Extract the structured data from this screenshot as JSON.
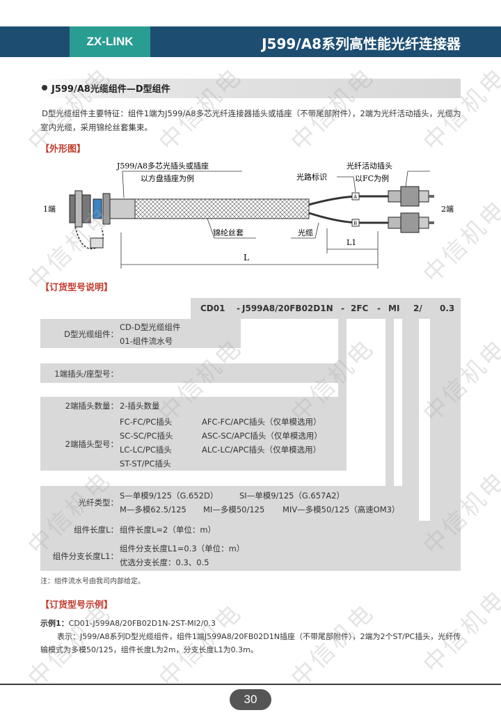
{
  "header": {
    "brand": "ZX-LINK",
    "title": "J599/A8系列高性能光纤连接器"
  },
  "section": {
    "title": "J599/A8光缆组件—D型组件"
  },
  "description": "D型光缆组件主要特征：组件1端为J599/A8多芯光纤连接器插头或插座（不带尾部附件），2端为光纤活动插头，光缆为室内光缆，采用锦纶丝套集束。",
  "outline": {
    "heading": "【外形图】",
    "label_connector": "J599/A8多芯光插头或插座",
    "label_connector_sub": "以方盘插座为例",
    "label_route": "光路标识",
    "label_plug": "光纤活动插头",
    "label_plug_sub": "以FC为例",
    "label_end1": "1端",
    "label_end2": "2端",
    "label_sleeve": "锦纶丝套",
    "label_cable": "光缆",
    "label_L1": "L1",
    "label_L": "L",
    "tag_a": "A",
    "tag_b": "B"
  },
  "order": {
    "heading": "【订货型号说明】",
    "codes": [
      "CD01",
      "-",
      "J599A8/20FB02D1N",
      "-",
      "2FC",
      "-",
      "MI",
      "2/",
      "0.3"
    ],
    "rows": [
      {
        "label": "D型光缆组件：",
        "lines": [
          "CD-D型光缆组件",
          "01-组件流水号"
        ]
      },
      {
        "label": "1端插头/座型号：",
        "lines": []
      },
      {
        "label": "2端插头数量：",
        "lines": [
          "2-插头数量"
        ]
      },
      {
        "label": "2端插头型号：",
        "lines": [
          "FC-FC/PC插头",
          "SC-SC/PC插头",
          "LC-LC/PC插头",
          "ST-ST/PC插头"
        ],
        "lines2": [
          "AFC-FC/APC插头（仅单模选用）",
          "ASC-SC/APC插头（仅单模选用）",
          "ALC-LC/APC插头（仅单模选用）"
        ]
      },
      {
        "label": "光纤类型：",
        "lines": [
          "S—单模9/125（G.652D）",
          "M—多模62.5/125"
        ],
        "lines2": [
          "SI—单模9/125（G.657A2）",
          "MI—多模50/125"
        ],
        "lines3": [
          "",
          "MIV—多模50/125（高速OM3）"
        ]
      },
      {
        "label": "组件长度L：",
        "lines": [
          "组件长度L=2（单位：m）"
        ]
      },
      {
        "label": "组件分支长度L1：",
        "lines": [
          "组件分支长度L1=0.3（单位：m）",
          "优选分支长度：0.3、0.5"
        ]
      }
    ],
    "note": "注：组件流水号由我司内部给定。"
  },
  "example": {
    "heading": "【订货型号示例】",
    "label": "示例1：",
    "code": "CD01-J599A8/20FB02D1N-2ST-MI2/0.3",
    "text": "表示：J599/A8系列D型光缆组件，组件1端J599A8/20FB02D1N插座（不带尾部附件），2端为2个ST/PC插头，光纤传输模式为多模50/125，组件长度L为2m，分支长度L1为0.3m。"
  },
  "watermark": "中信机电",
  "page_number": "30",
  "colors": {
    "header_bg": "#1d4e72",
    "brand_bg": "#2a9d93",
    "heading_red": "#c0392b",
    "table_gray": "#d9d9d9"
  }
}
